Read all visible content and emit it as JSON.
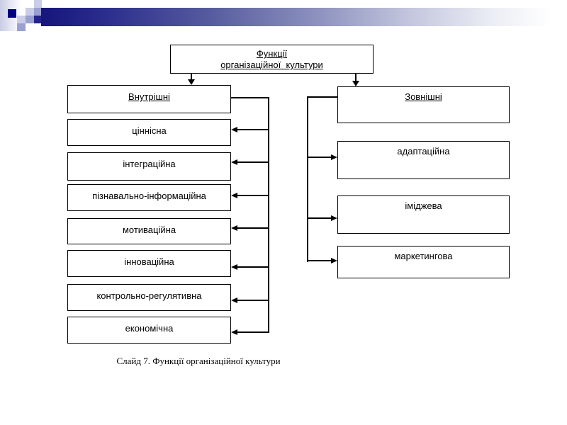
{
  "slide": {
    "caption": "Слайд 7. Функції організаційної культури"
  },
  "colors": {
    "line": "#000000",
    "box_background": "#ffffff",
    "header_navy_square": "#000080",
    "header_bar_start": "#15157c",
    "header_lavender_light": "#c9cde8",
    "header_periwinkle_medium": "#9aa0d0",
    "header_square_dark": "#23238c"
  },
  "diagram": {
    "root_box": {
      "line1": "Функції",
      "line2": "організаційної  культури"
    },
    "left_group": {
      "header": "Внутрішні",
      "items": [
        "ціннісна",
        "інтеграційна",
        "пізнавально-інформаційна",
        "мотиваційна",
        "інноваційна",
        "контрольно-регулятивна",
        "економічна"
      ]
    },
    "right_group": {
      "header": "Зовнішні",
      "items": [
        "адаптаційна",
        "іміджева",
        "маркетингова"
      ]
    }
  }
}
